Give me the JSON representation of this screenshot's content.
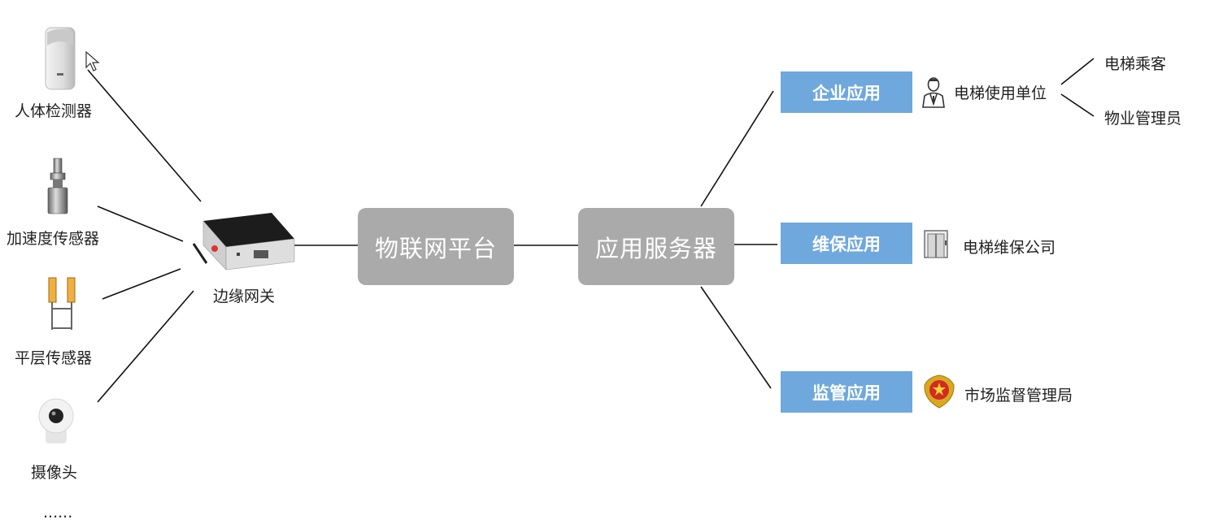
{
  "sensors": [
    {
      "label": "人体检测器",
      "icon": "motion-detector-icon"
    },
    {
      "label": "加速度传感器",
      "icon": "accelerometer-icon"
    },
    {
      "label": "平层传感器",
      "icon": "leveling-sensor-icon"
    },
    {
      "label": "摄像头",
      "icon": "camera-icon"
    },
    {
      "label": "......"
    }
  ],
  "gateway": {
    "label": "边缘网关",
    "icon": "gateway-device-icon"
  },
  "iot_platform": {
    "label": "物联网平台"
  },
  "app_server": {
    "label": "应用服务器"
  },
  "applications": [
    {
      "label": "企业应用",
      "target": "电梯使用单位",
      "icon": "person-icon"
    },
    {
      "label": "维保应用",
      "target": "电梯维保公司",
      "icon": "elevator-door-icon"
    },
    {
      "label": "监管应用",
      "target": "市场监督管理局",
      "icon": "emblem-icon"
    }
  ],
  "enterprise_users": [
    "电梯乘客",
    "物业管理员"
  ],
  "colors": {
    "platform_box": "#aaaaaa",
    "app_box": "#6fa8dc",
    "lines": "#111111"
  }
}
